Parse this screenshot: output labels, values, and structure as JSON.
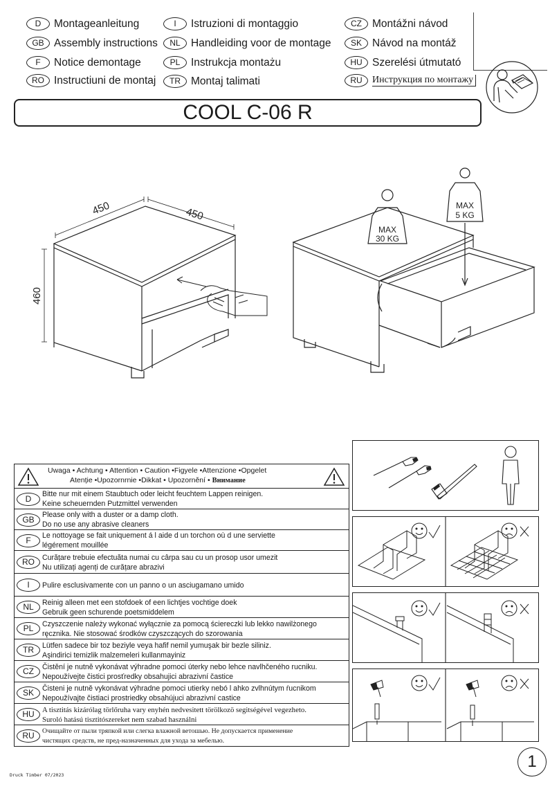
{
  "languages": [
    {
      "code": "D",
      "text": "Montageanleitung"
    },
    {
      "code": "GB",
      "text": "Assembly instructions"
    },
    {
      "code": "F",
      "text": "Notice demontage"
    },
    {
      "code": "RO",
      "text": "Instructiuni de montaj"
    },
    {
      "code": "I",
      "text": "Istruzioni di montaggio"
    },
    {
      "code": "NL",
      "text": "Handleiding voor de montage"
    },
    {
      "code": "PL",
      "text": "Instrukcja montażu"
    },
    {
      "code": "TR",
      "text": "Montaj talimati"
    },
    {
      "code": "CZ",
      "text": "Montážni návod"
    },
    {
      "code": "SK",
      "text": "Návod na montáž"
    },
    {
      "code": "HU",
      "text": "Szerelési útmutató"
    },
    {
      "code": "RU",
      "text": "Инструкция по монтажу"
    }
  ],
  "title": "COOL C-06 R",
  "dimensions": {
    "width": "450",
    "depth": "450",
    "height": "460"
  },
  "loads": {
    "top_max": "MAX",
    "top_value": "30 KG",
    "drawer_max": "MAX",
    "drawer_value": "5 KG"
  },
  "caution": {
    "line1": "Uwaga • Achtung • Attention • Caution •Figyele •Attenzione •Opgelet",
    "line2": "Atenție •Upozornrnie •Dikkat • Upozornění •",
    "line2_ru": "Внимание"
  },
  "care": [
    {
      "code": "D",
      "l1": "Bitte nur mit einem Staubtuch oder leicht feuchtem Lappen reinigen.",
      "l2": "Keine scheuernden Putzmittel verwenden"
    },
    {
      "code": "GB",
      "l1": "Please only with a duster or a damp cloth.",
      "l2": "Do no use any abrasive cleaners"
    },
    {
      "code": "F",
      "l1": "Le nottoyage se fait uniquement á l aide d un torchon où d une serviette",
      "l2": "légérement mouillée"
    },
    {
      "code": "RO",
      "l1": "Curățare trebuie efectuăta numai cu cârpa sau cu un prosop usor umezit",
      "l2": "Nu utilizați agenți de curățare abrazivi"
    },
    {
      "code": "I",
      "l1": "Pulire esclusivamente con un panno o un asciugamano umido",
      "l2": ""
    },
    {
      "code": "NL",
      "l1": "Reinig alleen met een stofdoek of een lichtjes vochtige doek",
      "l2": "Gebruik geen schurende poetsmiddelem"
    },
    {
      "code": "PL",
      "l1": "Czyszczenie należy wykonać wyłącznie za pomocą ściereczki lub lekko nawilżonego",
      "l2": "ręcznika. Nie stosować środków czyszczących do szorowania"
    },
    {
      "code": "TR",
      "l1": "Lütfen sadece bir toz beziyle veya hafif nemil yumuşak bir bezle siliniz.",
      "l2": "Aşindirici temizlik malzemeleri kullanmayiniz"
    },
    {
      "code": "CZ",
      "l1": "Čistění je nutně vykonávat výhradne pomoci úterky nebo lehce navlhčeného rucniku.",
      "l2": "Nepoužívejte čistici prosťredky obsahujici abrazivní častice"
    },
    {
      "code": "SK",
      "l1": "Čisteni je nutně vykonávat výhradne pomoci utierky nebó l ahko zvlhnútym ŕucnikom",
      "l2": "Nepoužívajte čistiaci prostriedky obsahújuci abrazivní castice"
    },
    {
      "code": "HU",
      "l1": "A tisztitás kizárólag törlőruha vary enyhén nedvesitett törölkozö segitségével vegezheto.",
      "l2": "Suroló hatású tisztitószereket nem szabad használni"
    },
    {
      "code": "RU",
      "l1": "Очищайте от пыли тряпкой или слегка влажной ветошью. Не допускается применение",
      "l2": "чистящих средств, не пред-назначенных для ухода за мебелью."
    }
  ],
  "footer": "Druck Timber 07/2023",
  "page_number": "1"
}
